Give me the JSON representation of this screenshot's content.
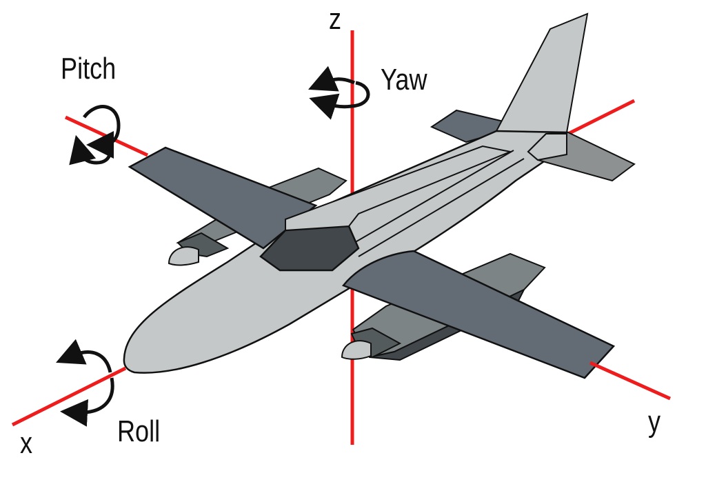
{
  "labels": {
    "z": "z",
    "x": "x",
    "y": "y",
    "pitch": "Pitch",
    "yaw": "Yaw",
    "roll": "Roll"
  },
  "colors": {
    "axis": "#ee1c1c",
    "fuselage": "#c4c8c8",
    "wing": "#636b74",
    "nacelle": "#545b5c",
    "nacelle_light": "#7d8485",
    "cockpit": "#41474a",
    "stabilizer": "#8e9192",
    "outline": "#111111"
  },
  "icons": [
    "pitch-rotation-arrow-icon",
    "yaw-rotation-arrow-icon",
    "roll-rotation-arrow-icon"
  ]
}
